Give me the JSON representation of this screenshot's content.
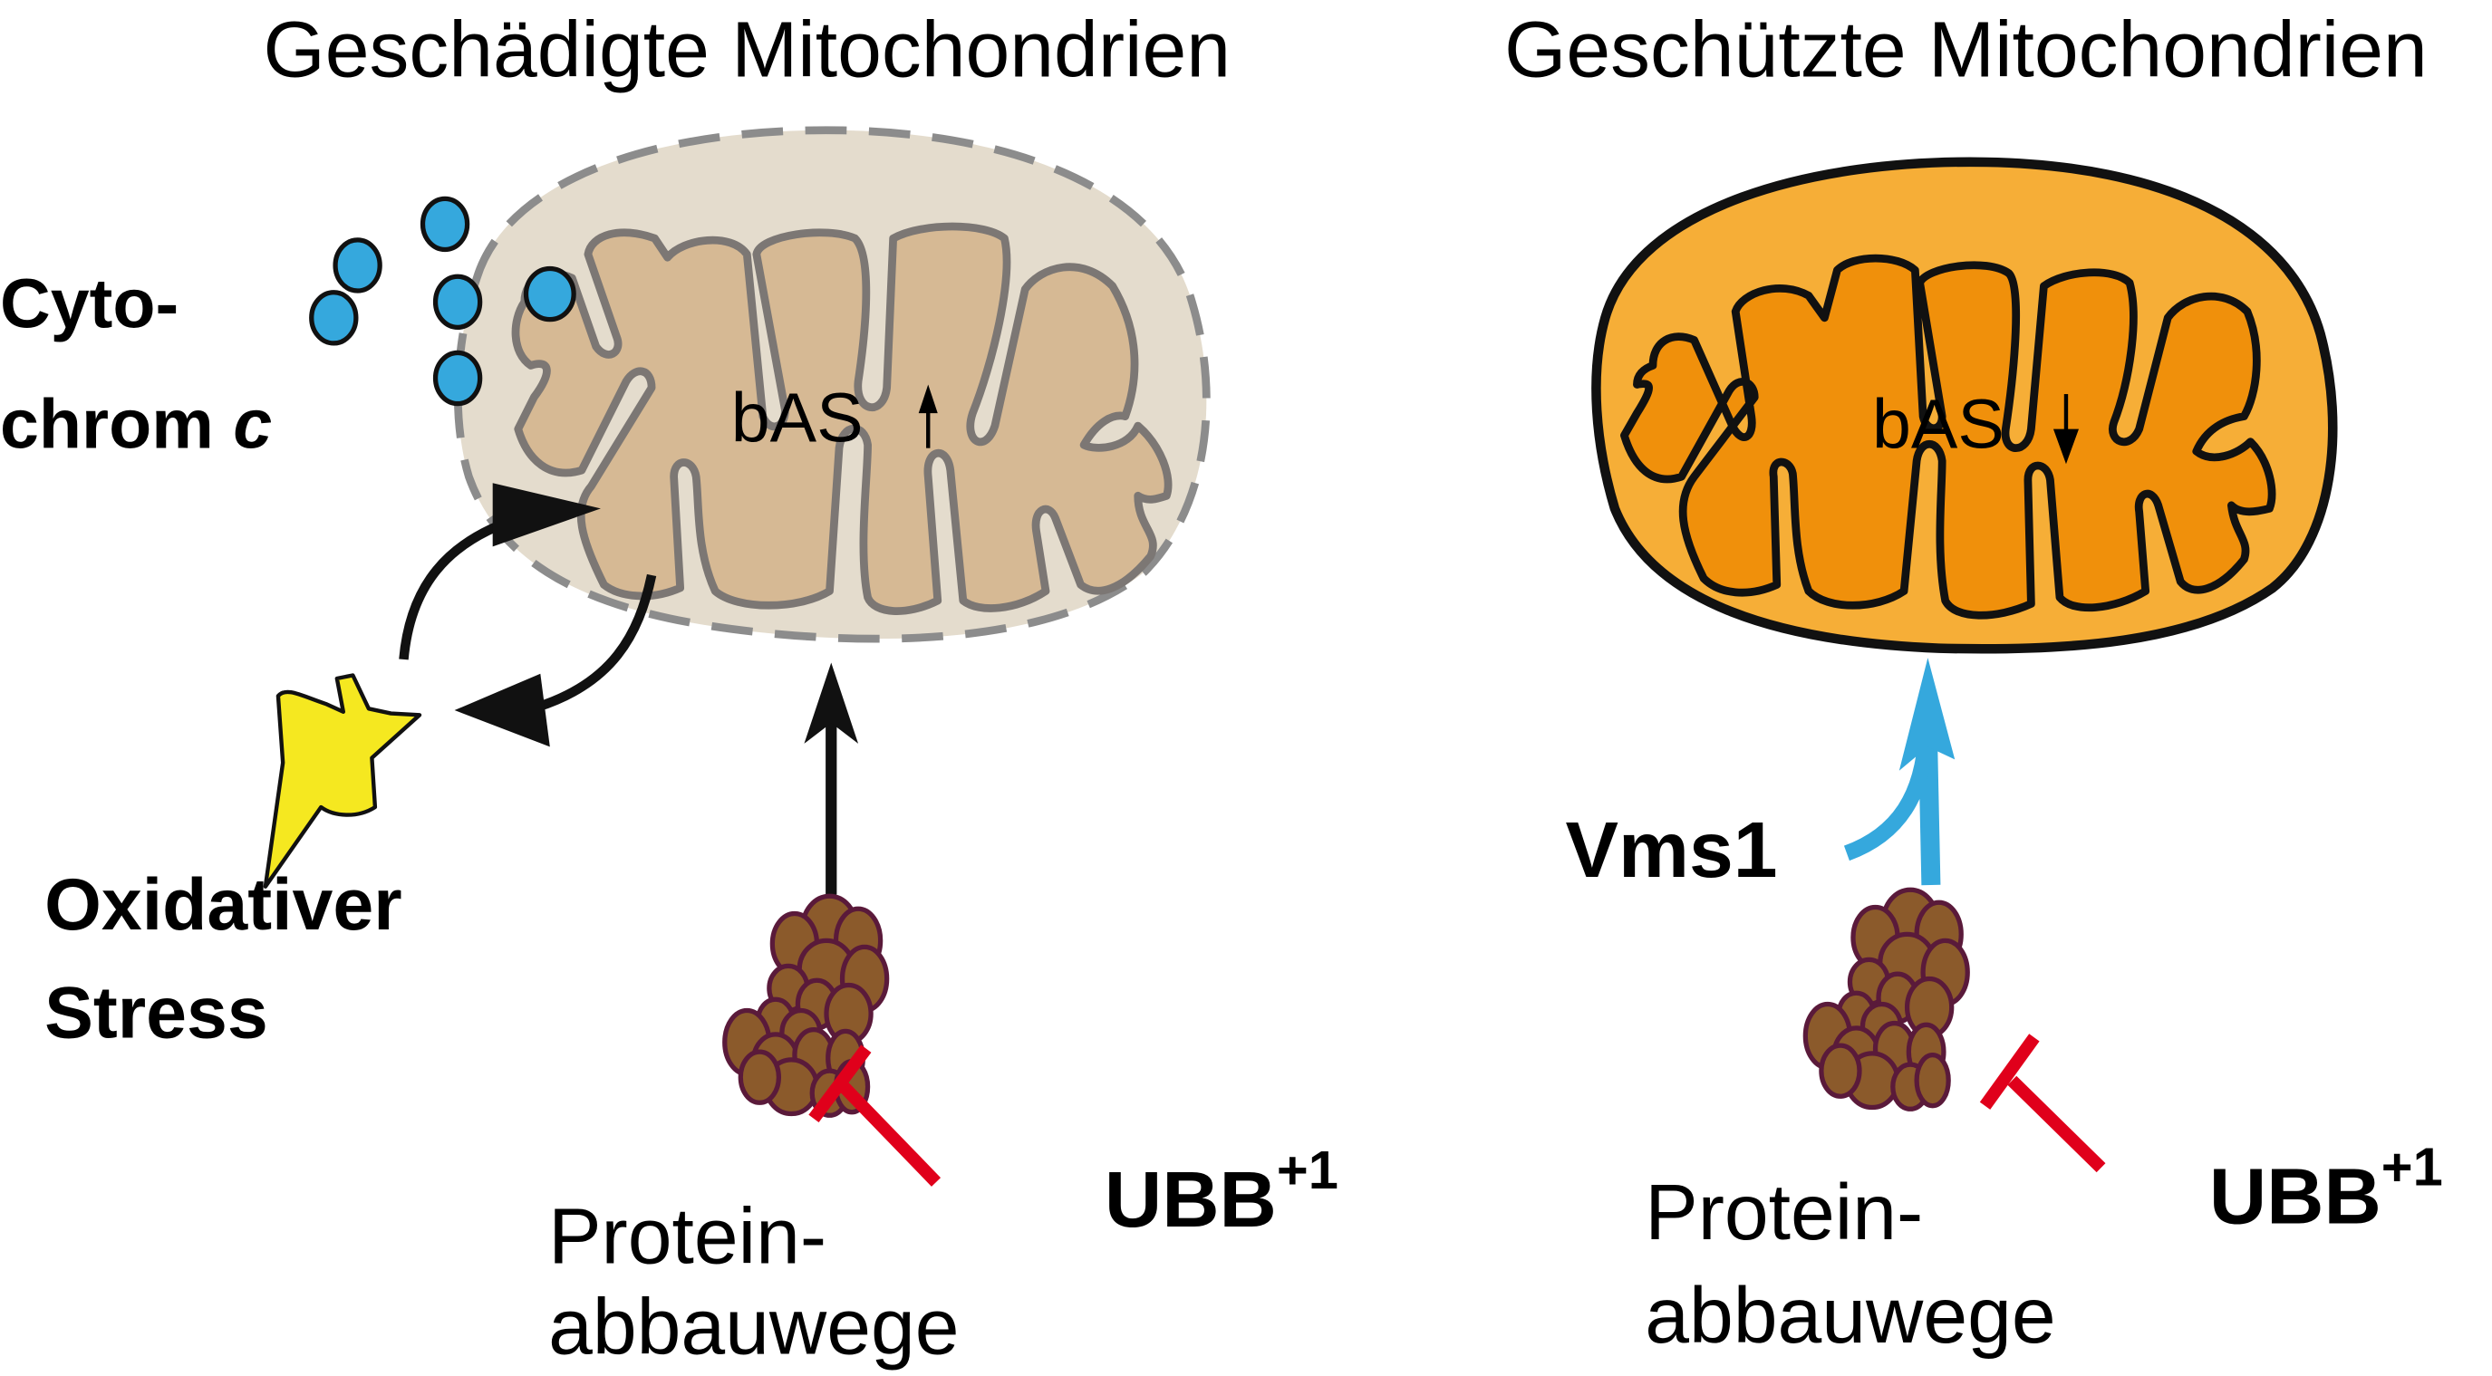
{
  "panels": [
    {
      "title": "Geschädigte Mitochondrien",
      "mitochondrion_label": "bAS",
      "mitochondrion_arrow": "up",
      "cytochrome_label_line1": "Cyto-",
      "cytochrome_label_line2": "chrom",
      "cytochrome_label_italic": "c",
      "stress_label_line1": "Oxidativer",
      "stress_label_line2": "Stress",
      "protein_label_line1": "Protein-",
      "protein_label_line2": "abbauwege",
      "inhibitor_label": "UBB",
      "inhibitor_superscript": "+1"
    },
    {
      "title": "Geschützte Mitochondrien",
      "mitochondrion_label": "bAS",
      "mitochondrion_arrow": "down",
      "modulator_label": "Vms1",
      "protein_label_line1": "Protein-",
      "protein_label_line2": "abbauwege",
      "inhibitor_label": "UBB",
      "inhibitor_superscript": "+1"
    }
  ],
  "colors": {
    "damaged_outer": "#e4dccd",
    "damaged_inner": "#d6b994",
    "damaged_stroke": "#7c7774",
    "protected_outer": "#f6ae37",
    "protected_inner": "#f0900b",
    "cytochrome": "#35a8dd",
    "star": "#f5e820",
    "aggregate": "#8b5a2b",
    "aggregate_stroke": "#5a1a3a",
    "inhibitor": "#e0001b",
    "vms1_arrow": "#35a8dd"
  }
}
